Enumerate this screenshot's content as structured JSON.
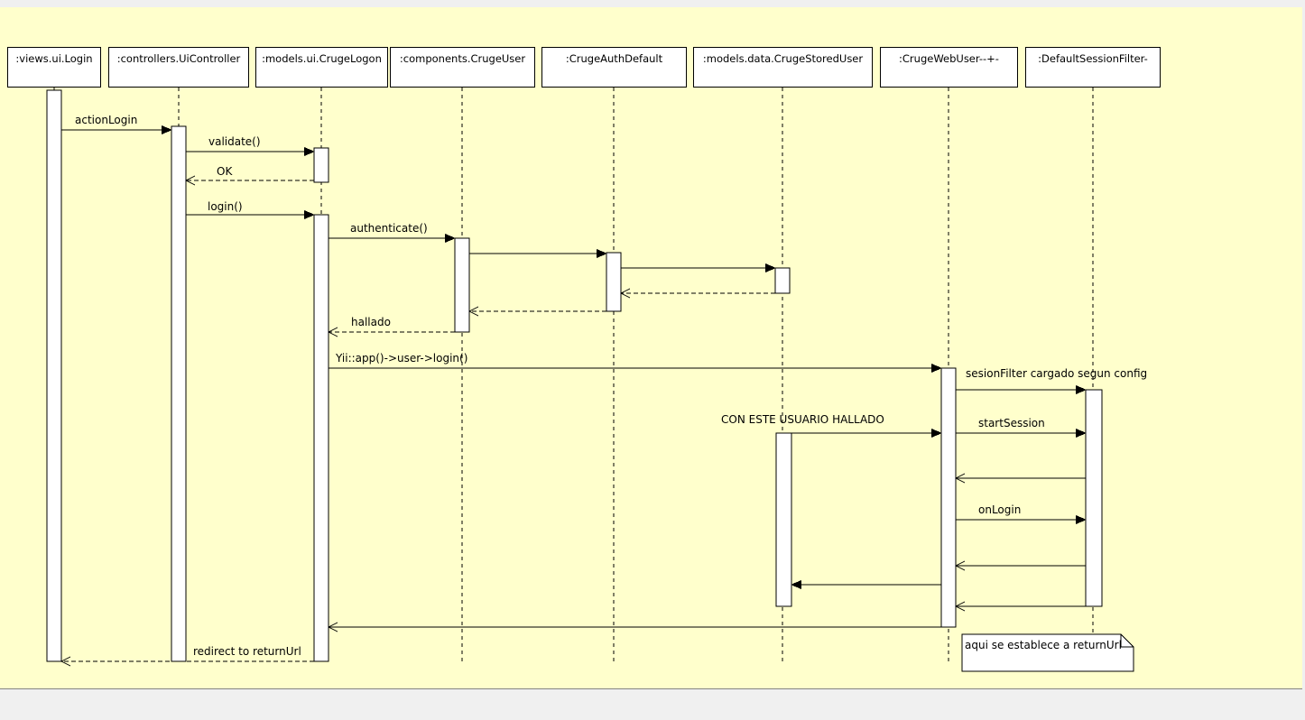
{
  "diagram": {
    "participants": [
      {
        "label": ":views.ui.Login"
      },
      {
        "label": ":controllers.UiController"
      },
      {
        "label": ":models.ui.CrugeLogon"
      },
      {
        "label": ":components.CrugeUser"
      },
      {
        "label": ":CrugeAuthDefault"
      },
      {
        "label": ":models.data.CrugeStoredUser"
      },
      {
        "label": ":CrugeWebUser--+-"
      },
      {
        "label": ":DefaultSessionFilter-"
      }
    ],
    "messages": [
      {
        "label": "actionLogin"
      },
      {
        "label": "validate()"
      },
      {
        "label": "OK"
      },
      {
        "label": "login()"
      },
      {
        "label": "authenticate()"
      },
      {
        "label": "hallado"
      },
      {
        "label": "Yii::app()->user->login()"
      },
      {
        "label": "sesionFilter cargado segun config"
      },
      {
        "label": "CON ESTE USUARIO HALLADO"
      },
      {
        "label": "startSession"
      },
      {
        "label": "onLogin"
      },
      {
        "label": "redirect to returnUrl"
      }
    ],
    "note": {
      "text": "aqui se establece a returnUrl"
    },
    "colors": {
      "page_background": "#f0f0f0",
      "canvas_background": "#ffffcc",
      "shape_fill": "#ffffff",
      "line": "#000000"
    }
  }
}
